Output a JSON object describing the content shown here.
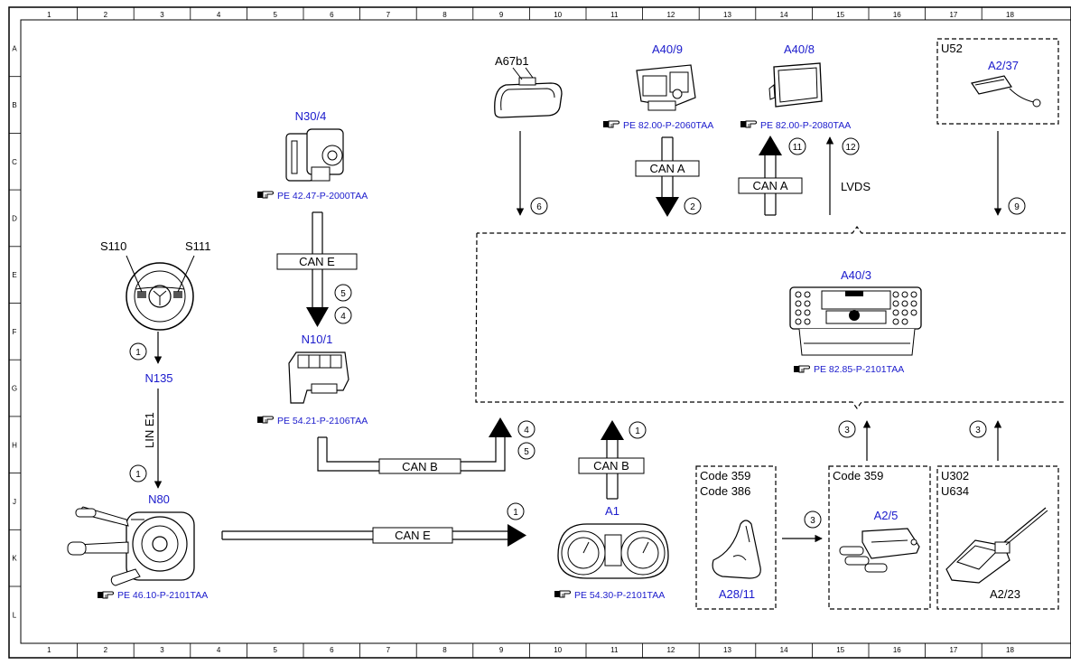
{
  "grid": {
    "columns": [
      "1",
      "2",
      "3",
      "4",
      "5",
      "6",
      "7",
      "8",
      "9",
      "10",
      "11",
      "12",
      "13",
      "14",
      "15",
      "16",
      "17",
      "18"
    ],
    "rows": [
      "A",
      "B",
      "C",
      "D",
      "E",
      "F",
      "G",
      "H",
      "J",
      "K",
      "L"
    ]
  },
  "components": {
    "s110": "S110",
    "s111": "S111",
    "n135": "N135",
    "n80": "N80",
    "n80_ref": "PE 46.10-P-2101TAA",
    "n30_4": "N30/4",
    "n30_4_ref": "PE 42.47-P-2000TAA",
    "n10_1": "N10/1",
    "n10_1_ref": "PE 54.21-P-2106TAA",
    "a67b1": "A67b1",
    "a40_9": "A40/9",
    "a40_9_ref": "PE 82.00-P-2060TAA",
    "a40_8": "A40/8",
    "a40_8_ref": "PE 82.00-P-2080TAA",
    "u52": "U52",
    "a2_37": "A2/37",
    "a40_3": "A40/3",
    "a40_3_ref": "PE 82.85-P-2101TAA",
    "a1": "A1",
    "a1_ref": "PE 54.30-P-2101TAA",
    "code_359_a": "Code 359",
    "code_386": "Code 386",
    "a28_11": "A28/11",
    "code_359_b": "Code 359",
    "a2_5": "A2/5",
    "u302": "U302",
    "u634": "U634",
    "a2_23": "A2/23"
  },
  "buses": {
    "lin_e1": "LIN E1",
    "can_e_upper": "CAN E",
    "can_e_lower": "CAN E",
    "can_b_left": "CAN B",
    "can_b_mid": "CAN B",
    "can_a_down": "CAN A",
    "can_a_up": "CAN A",
    "lvds": "LVDS"
  },
  "signals": {
    "s1_top": "1",
    "s1_mid": "1",
    "s1_can_e": "1",
    "s1_a1": "1",
    "s5_n304": "5",
    "s4_n304": "4",
    "s4_canb": "4",
    "s5_canb": "5",
    "s6": "6",
    "s2": "2",
    "s11": "11",
    "s12": "12",
    "s9": "9",
    "s3_code359": "3",
    "s3_u302": "3",
    "s3_antenna": "3"
  },
  "icons": {
    "reference": "hand-pointer-icon"
  }
}
